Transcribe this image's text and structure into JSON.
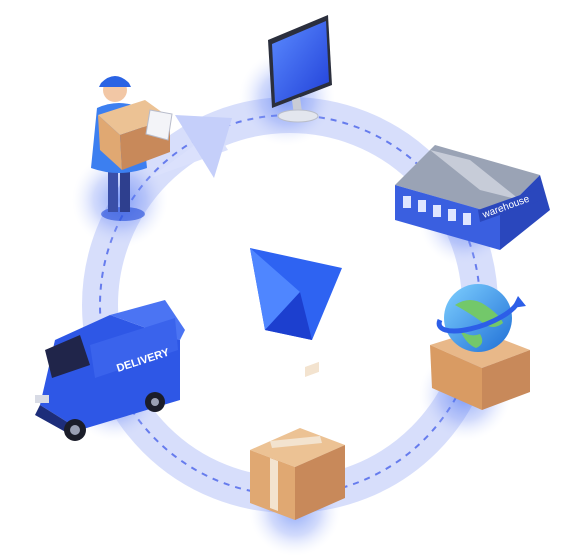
{
  "illustration": {
    "nodes": [
      {
        "id": "computer",
        "icon": "computer-monitor-icon"
      },
      {
        "id": "warehouse",
        "icon": "warehouse-building-icon",
        "sign_text": "warehouse"
      },
      {
        "id": "global-shipping",
        "icon": "globe-in-box-icon"
      },
      {
        "id": "package",
        "icon": "cardboard-box-icon"
      },
      {
        "id": "delivery-van",
        "icon": "delivery-van-icon",
        "van_text": "DELIVERY"
      },
      {
        "id": "courier",
        "icon": "courier-with-box-icon"
      }
    ],
    "center_logo": "play-logo-icon",
    "colors": {
      "ring": "#c7cff9",
      "ring_dash": "#4a63ea",
      "node_glow": "#d7defc",
      "node_core": "#2f5ff2",
      "accent": "#3b6cf6",
      "box": "#e3b07c",
      "box_dark": "#c8895a",
      "tape": "#f3e3cf"
    }
  }
}
